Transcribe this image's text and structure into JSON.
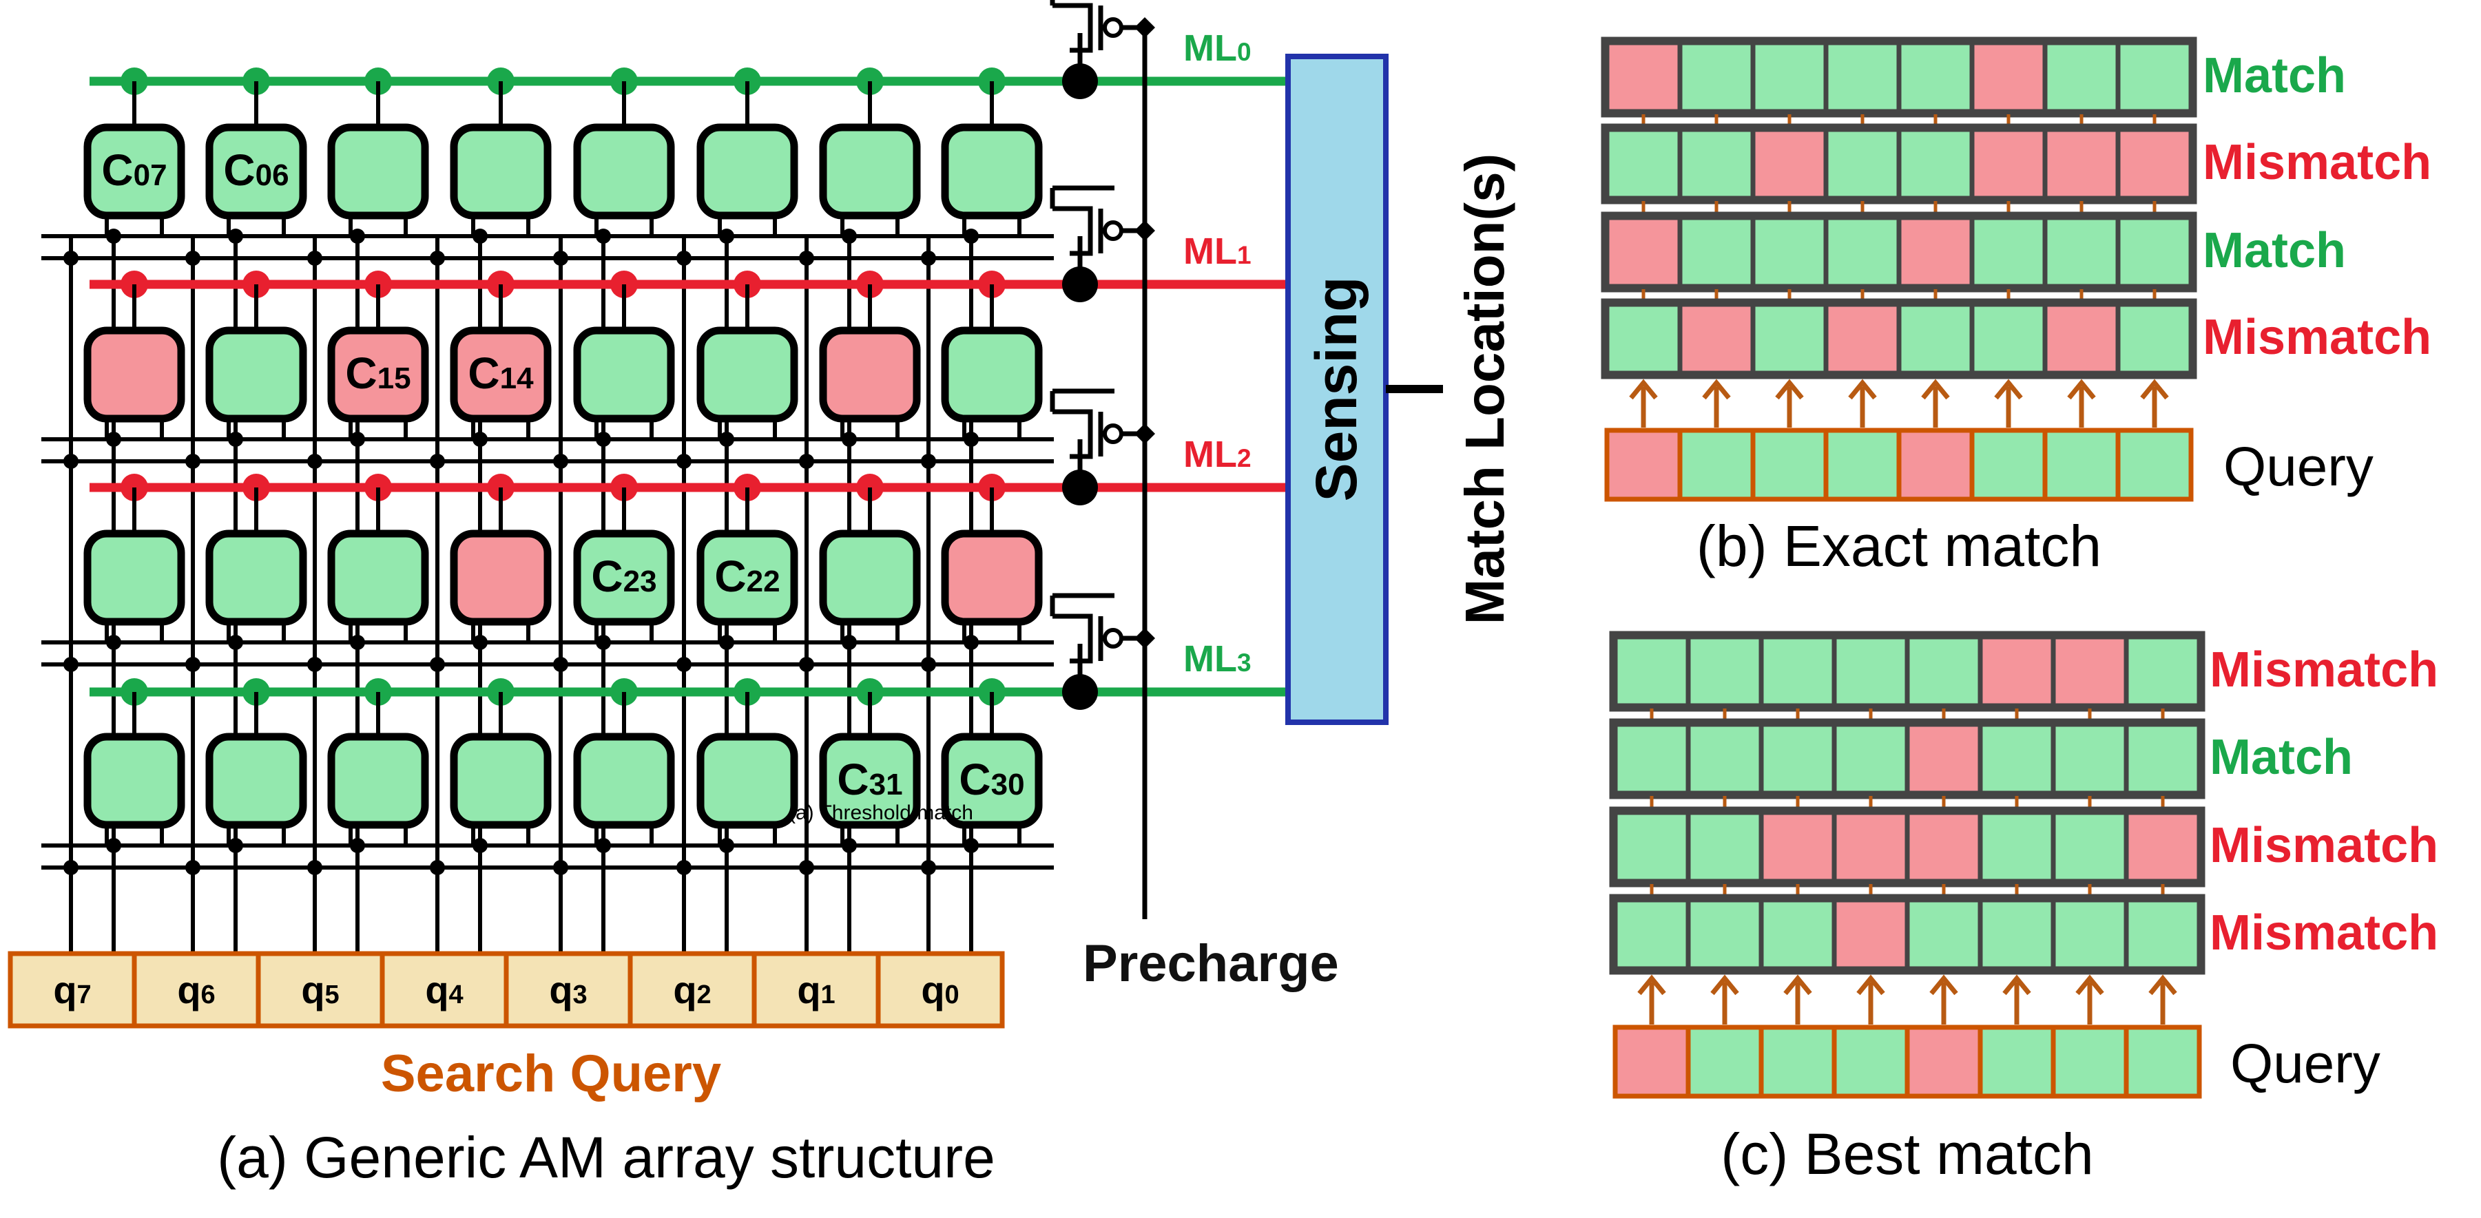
{
  "colors": {
    "match_green": "#1aa84b",
    "mismatch_red": "#e8202f",
    "cell_green": "#93e8ae",
    "cell_red": "#f5959b",
    "query_fill": "#f4e3b5",
    "query_border": "#cc5500",
    "sensing_fill": "#9fd8ea",
    "sensing_border": "#2233aa",
    "arrow_brown": "#b85a12"
  },
  "array_a": {
    "caption": "(a) Generic AM array structure",
    "match_lines": [
      {
        "label_main": "ML",
        "label_sub": "0",
        "state": "match"
      },
      {
        "label_main": "ML",
        "label_sub": "1",
        "state": "mismatch"
      },
      {
        "label_main": "ML",
        "label_sub": "2",
        "state": "mismatch"
      },
      {
        "label_main": "ML",
        "label_sub": "3",
        "state": "match"
      }
    ],
    "cells": [
      [
        {
          "state": "match",
          "label": "C",
          "sub": "07"
        },
        {
          "state": "match",
          "label": "C",
          "sub": "06"
        },
        {
          "state": "match",
          "label": "",
          "sub": ""
        },
        {
          "state": "match",
          "label": "",
          "sub": ""
        },
        {
          "state": "match",
          "label": "",
          "sub": ""
        },
        {
          "state": "match",
          "label": "",
          "sub": ""
        },
        {
          "state": "match",
          "label": "",
          "sub": ""
        },
        {
          "state": "match",
          "label": "",
          "sub": ""
        }
      ],
      [
        {
          "state": "mismatch",
          "label": "",
          "sub": ""
        },
        {
          "state": "match",
          "label": "",
          "sub": ""
        },
        {
          "state": "mismatch",
          "label": "C",
          "sub": "15"
        },
        {
          "state": "mismatch",
          "label": "C",
          "sub": "14"
        },
        {
          "state": "match",
          "label": "",
          "sub": ""
        },
        {
          "state": "match",
          "label": "",
          "sub": ""
        },
        {
          "state": "mismatch",
          "label": "",
          "sub": ""
        },
        {
          "state": "match",
          "label": "",
          "sub": ""
        }
      ],
      [
        {
          "state": "match",
          "label": "",
          "sub": ""
        },
        {
          "state": "match",
          "label": "",
          "sub": ""
        },
        {
          "state": "match",
          "label": "",
          "sub": ""
        },
        {
          "state": "mismatch",
          "label": "",
          "sub": ""
        },
        {
          "state": "match",
          "label": "C",
          "sub": "23"
        },
        {
          "state": "match",
          "label": "C",
          "sub": "22"
        },
        {
          "state": "match",
          "label": "",
          "sub": ""
        },
        {
          "state": "mismatch",
          "label": "",
          "sub": ""
        }
      ],
      [
        {
          "state": "match",
          "label": "",
          "sub": ""
        },
        {
          "state": "match",
          "label": "",
          "sub": ""
        },
        {
          "state": "match",
          "label": "",
          "sub": ""
        },
        {
          "state": "match",
          "label": "",
          "sub": ""
        },
        {
          "state": "match",
          "label": "",
          "sub": ""
        },
        {
          "state": "match",
          "label": "",
          "sub": ""
        },
        {
          "state": "match",
          "label": "C",
          "sub": "31"
        },
        {
          "state": "match",
          "label": "C",
          "sub": "30"
        }
      ]
    ],
    "query_cells": [
      {
        "main": "q",
        "sub": "7"
      },
      {
        "main": "q",
        "sub": "6"
      },
      {
        "main": "q",
        "sub": "5"
      },
      {
        "main": "q",
        "sub": "4"
      },
      {
        "main": "q",
        "sub": "3"
      },
      {
        "main": "q",
        "sub": "2"
      },
      {
        "main": "q",
        "sub": "1"
      },
      {
        "main": "q",
        "sub": "0"
      }
    ],
    "search_query_label": "Search Query",
    "precharge_label": "Precharge",
    "sensing_label": "Sensing",
    "match_location_label": "Match Location(s)",
    "stray_text": "(a) Threshold match"
  },
  "panel_b": {
    "caption": "(b) Exact match",
    "rows": [
      {
        "cells": [
          "m",
          "g",
          "g",
          "g",
          "g",
          "m",
          "g",
          "g"
        ],
        "result": "Match",
        "state": "match"
      },
      {
        "cells": [
          "g",
          "g",
          "m",
          "g",
          "g",
          "m",
          "m",
          "m"
        ],
        "result": "Mismatch",
        "state": "mismatch"
      },
      {
        "cells": [
          "m",
          "g",
          "g",
          "g",
          "m",
          "g",
          "g",
          "g"
        ],
        "result": "Match",
        "state": "match"
      },
      {
        "cells": [
          "g",
          "m",
          "g",
          "m",
          "g",
          "g",
          "m",
          "g"
        ],
        "result": "Mismatch",
        "state": "mismatch"
      }
    ],
    "query_cells": [
      "m",
      "g",
      "g",
      "g",
      "m",
      "g",
      "g",
      "g"
    ],
    "query_label": "Query"
  },
  "panel_c": {
    "caption": "(c) Best match",
    "rows": [
      {
        "cells": [
          "g",
          "g",
          "g",
          "g",
          "g",
          "m",
          "m",
          "g"
        ],
        "result": "Mismatch",
        "state": "mismatch"
      },
      {
        "cells": [
          "g",
          "g",
          "g",
          "g",
          "m",
          "g",
          "g",
          "g"
        ],
        "result": "Match",
        "state": "match"
      },
      {
        "cells": [
          "g",
          "g",
          "m",
          "m",
          "m",
          "g",
          "g",
          "m"
        ],
        "result": "Mismatch",
        "state": "mismatch"
      },
      {
        "cells": [
          "g",
          "g",
          "g",
          "m",
          "g",
          "g",
          "g",
          "g"
        ],
        "result": "Mismatch",
        "state": "mismatch"
      }
    ],
    "query_cells": [
      "m",
      "g",
      "g",
      "g",
      "m",
      "g",
      "g",
      "g"
    ],
    "query_label": "Query"
  }
}
